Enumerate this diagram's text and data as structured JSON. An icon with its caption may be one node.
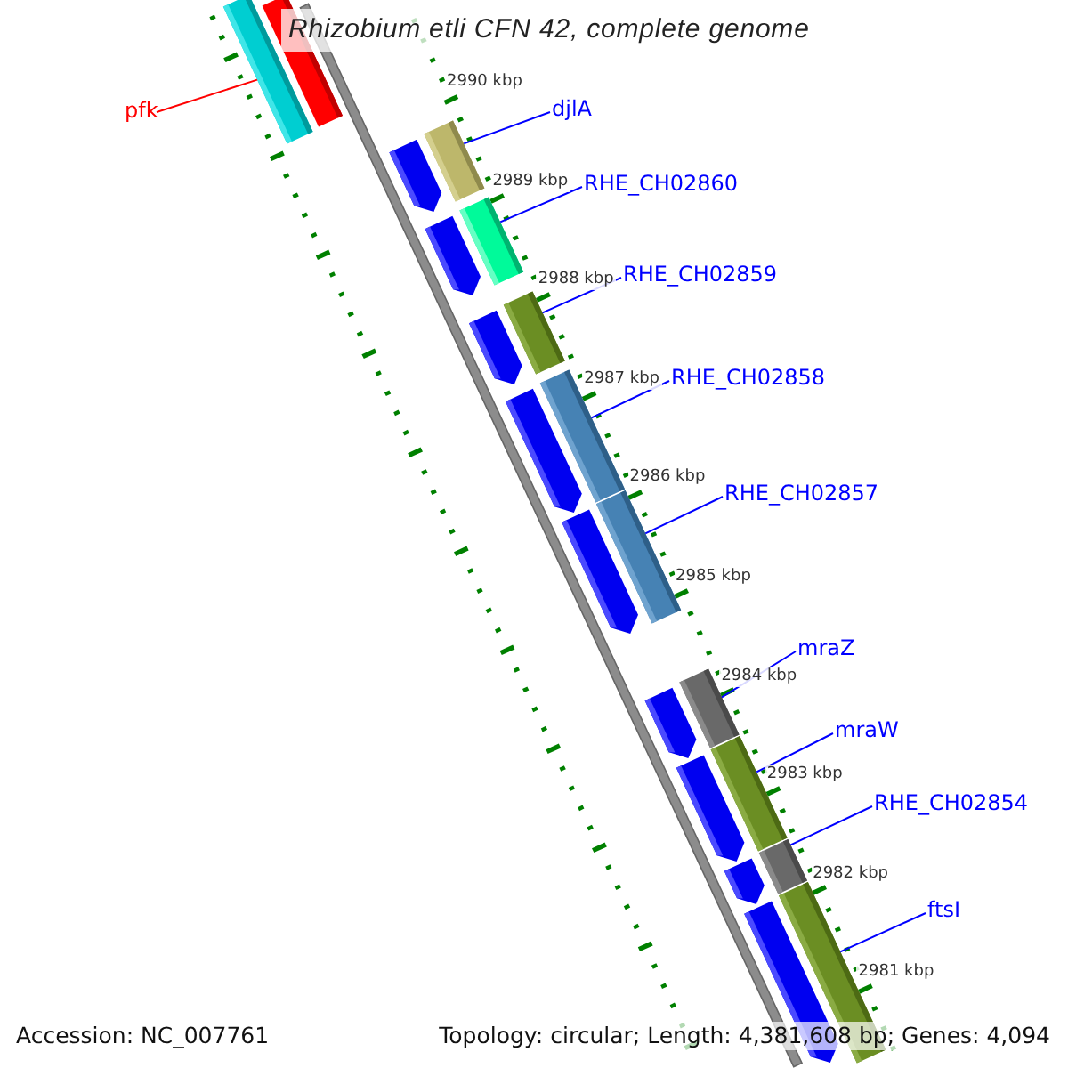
{
  "diagram": {
    "title": "Rhizobium etli CFN 42, complete genome",
    "nodes": [
      {
        "text": [
          "pfk"
        ]
      },
      {
        "text": [],
        "shape": "bar"
      },
      {
        "text": [
          "djlA"
        ]
      },
      {
        "text": [],
        "shape": "bar"
      },
      {
        "text": [
          "RHE_CH02860"
        ]
      },
      {
        "text": [],
        "shape": "bar"
      },
      {
        "text": [
          "RHE_CH02859"
        ]
      },
      {
        "text": [],
        "shape": "bar"
      },
      {
        "text": [
          "RHE_CH02858"
        ]
      },
      {
        "text": [],
        "shape": "bar"
      },
      {
        "text": [
          "RHE_CH02857"
        ]
      },
      {
        "text": [],
        "shape": "bar"
      },
      {
        "text": [
          "mraZ"
        ]
      },
      {
        "text": [],
        "shape": "bar"
      },
      {
        "text": [
          "mraW"
        ]
      },
      {
        "text": [],
        "shape": "bar"
      },
      {
        "text": [
          "RHE_CH02854"
        ]
      },
      {
        "text": [],
        "shape": "bar"
      },
      {
        "text": [
          "ftsI"
        ]
      },
      {
        "text": [],
        "shape": "bar"
      }
    ],
    "edges": [
      {
        "from": 0,
        "to": 1,
        "arrow": "none",
        "color": "#ff0000"
      },
      {
        "from": 2,
        "to": 3,
        "arrow": "none"
      },
      {
        "from": 4,
        "to": 5,
        "arrow": "none"
      },
      {
        "from": 6,
        "to": 7,
        "arrow": "none"
      },
      {
        "from": 8,
        "to": 9,
        "arrow": "none"
      },
      {
        "from": 10,
        "to": 11,
        "arrow": "none"
      },
      {
        "from": 12,
        "to": 13,
        "arrow": "none"
      },
      {
        "from": 14,
        "to": 15,
        "arrow": "none"
      },
      {
        "from": 16,
        "to": 17,
        "arrow": "none"
      },
      {
        "from": 18,
        "to": 19,
        "arrow": "none"
      }
    ],
    "labels": [
      "2990 kbp",
      "2989 kbp",
      "2988 kbp",
      "2987 kbp",
      "2986 kbp",
      "2985 kbp",
      "2984 kbp",
      "2983 kbp",
      "2982 kbp",
      "2981 kbp",
      "Accession: NC_007761",
      "Topology: circular; Length: 4,381,608 bp; Genes: 4,094"
    ]
  }
}
